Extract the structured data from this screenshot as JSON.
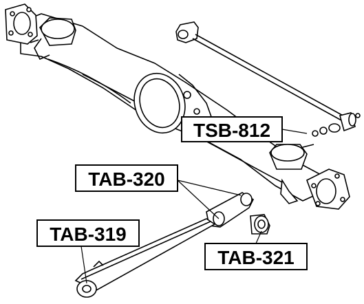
{
  "labels": {
    "tsb812": "TSB-812",
    "tab320": "TAB-320",
    "tab319": "TAB-319",
    "tab321": "TAB-321"
  },
  "colors": {
    "line": "#000000",
    "background": "#ffffff",
    "part_fill": "#ffffff",
    "hole_fill": "#ffffff"
  }
}
